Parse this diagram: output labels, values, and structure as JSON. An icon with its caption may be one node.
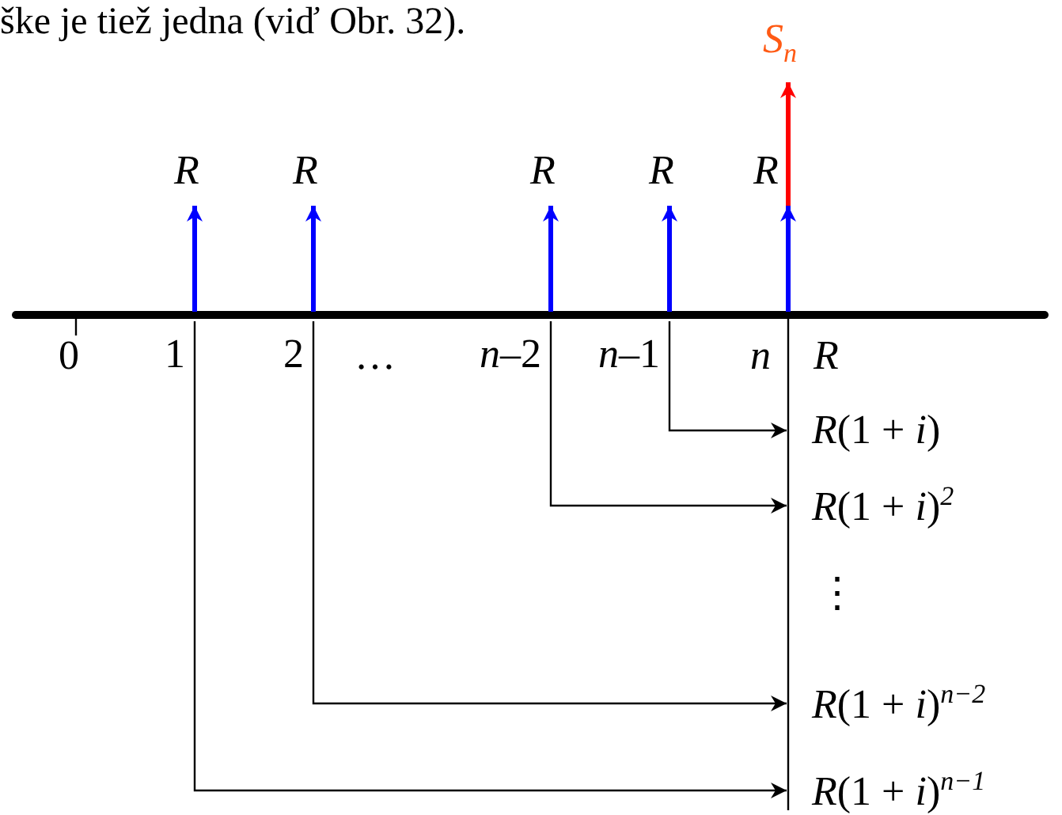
{
  "diagram": {
    "nodes": [
      {
        "text": [
          "1"
        ]
      },
      {
        "text": [
          "2"
        ]
      },
      {
        "text": [
          "*n*–2"
        ]
      },
      {
        "text": [
          "*n*–1"
        ]
      },
      {
        "text": [
          "*R*(1 + *i*)"
        ]
      },
      {
        "text": [
          "*R*(1 + *i*)$^{2}$"
        ]
      },
      {
        "text": [
          "*R*(1 + *i*)$^{n−2}$"
        ]
      },
      {
        "text": [
          "*R*(1 + *i*)$^{n−1}$"
        ]
      }
    ],
    "edges": [
      {
        "from": 3,
        "to": 4,
        "arrow": "to"
      },
      {
        "from": 2,
        "to": 5,
        "arrow": "to"
      },
      {
        "from": 1,
        "to": 6,
        "arrow": "to"
      },
      {
        "from": 0,
        "to": 7,
        "arrow": "to"
      }
    ],
    "labels": [
      "ške je tiež jedna (viď Obr. 32).",
      "*S*$_{n}$",
      "*R*",
      "*R*",
      "*R*",
      "*R*",
      "*R*",
      "0",
      "…",
      "*n*",
      "*R*",
      "⋮"
    ]
  }
}
